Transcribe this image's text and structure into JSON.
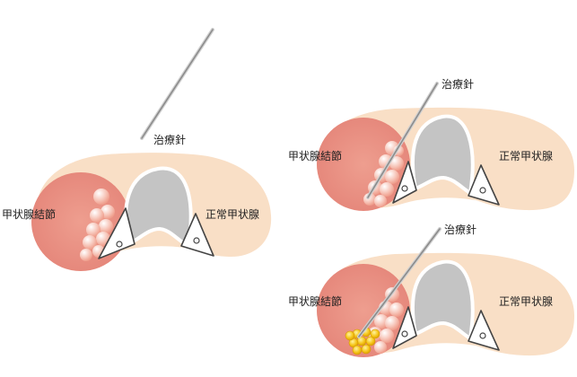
{
  "labels": {
    "needle": "治療針",
    "nodule": "甲状腺結節",
    "normal": "正常甲状腺"
  },
  "colors": {
    "thyroid": "#f9dfc6",
    "nodule": "#e98f80",
    "trachea": "#c4c4c4",
    "trachea_outline": "#ffffff",
    "needle": "#9a9a9a",
    "bubble": "#f7c7bb",
    "ablation": "#f2c21a",
    "artery_outline": "#444444"
  }
}
